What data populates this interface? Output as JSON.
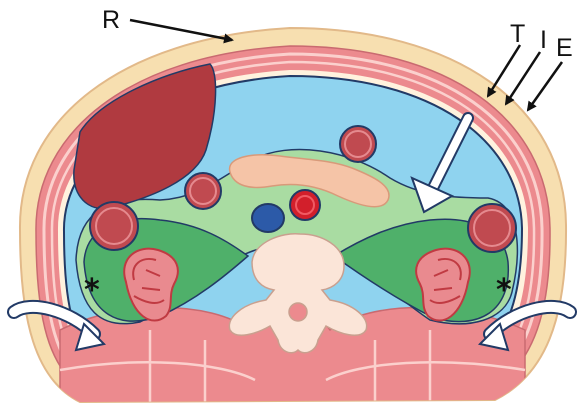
{
  "labels": {
    "r": "R",
    "t": "T",
    "i": "I",
    "e": "E",
    "asterisk_left": "*",
    "asterisk_right": "*"
  },
  "colors": {
    "skin": "#f7dfb0",
    "skin_edge": "#e2b989",
    "muscle": "#ec8a8e",
    "muscle_stripe": "#fbd0cd",
    "fat": "#fff2de",
    "peritoneal_space": "#8fd3ef",
    "retroperitoneum": "#a9dca2",
    "perirenal_space": "#4fb06a",
    "organ": "#c04a50",
    "liver": "#b03a40",
    "pancreas": "#f5c4a7",
    "ivc": "#2c5aa8",
    "aorta": "#d21f2b",
    "vertebra": "#fbe5d8",
    "outline": "#223a66"
  }
}
